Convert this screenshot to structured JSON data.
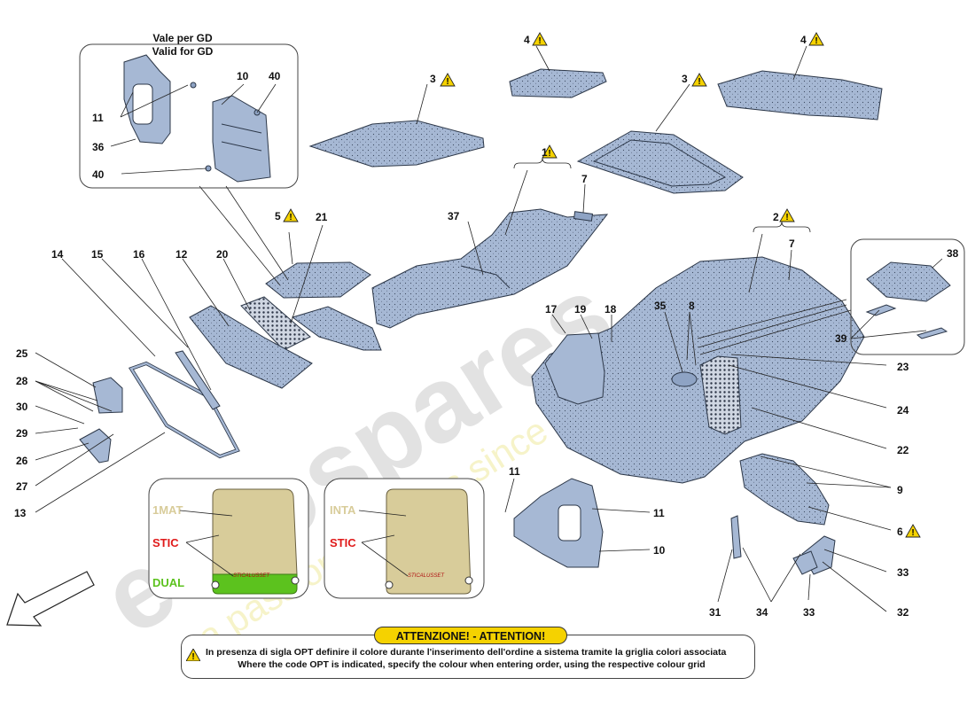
{
  "gd_box": {
    "line1": "Vale per GD",
    "line2": "Valid for GD"
  },
  "labels": [
    "1",
    "2",
    "3",
    "3",
    "4",
    "4",
    "5",
    "6",
    "7",
    "7",
    "8",
    "9",
    "10",
    "10",
    "11",
    "11",
    "11",
    "12",
    "13",
    "14",
    "15",
    "16",
    "17",
    "18",
    "19",
    "20",
    "21",
    "22",
    "23",
    "24",
    "25",
    "26",
    "27",
    "28",
    "29",
    "30",
    "31",
    "32",
    "33",
    "33",
    "34",
    "35",
    "36",
    "37",
    "38",
    "39",
    "40",
    "40"
  ],
  "colour_grid": {
    "left": {
      "top": "1MAT",
      "mid": "STIC",
      "bottom": "DUAL",
      "mat_text": "STICALUSSET"
    },
    "right": {
      "top": "INTA",
      "mid": "STIC",
      "mat_text": "STICALUSSET"
    },
    "colors": {
      "1MAT": "#d8cc9a",
      "STIC": "#e01a1a",
      "DUAL": "#5cc21e",
      "INTA": "#d8cc9a"
    }
  },
  "attention": {
    "title": "ATTENZIONE! - ATTENTION!",
    "it": "In presenza di sigla OPT definire il colore durante l'inserimento dell'ordine a sistema tramite la griglia colori associata",
    "en": "Where the code OPT is indicated, specify the colour when entering order, using the respective colour grid"
  },
  "watermark": {
    "brand": "eurospares",
    "tagline": "a passion for parts since 1985"
  },
  "icons": [
    "warning-icon",
    "direction-arrow-icon"
  ]
}
